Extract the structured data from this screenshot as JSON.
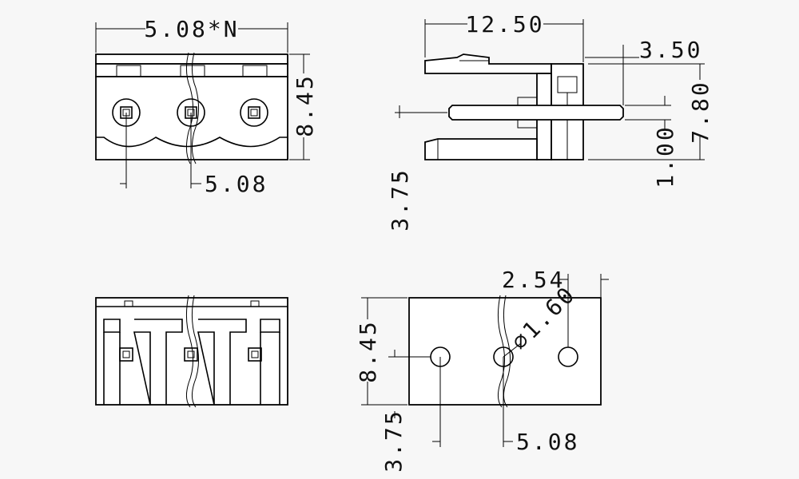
{
  "front_view": {
    "pitch_total_label": "5.08*N",
    "height_label": "8.45",
    "pitch_label": "5.08"
  },
  "side_view": {
    "length_label": "12.50",
    "pin_offset_label": "3.50",
    "total_height_label": "7.80",
    "pin_thickness_label": "1.00",
    "pin_length_label": "3.75"
  },
  "pcb_view": {
    "offset_label": "2.54",
    "hole_label": "⌀1.60",
    "height_label": "8.45",
    "pin_length_label": "3.75",
    "pitch_label": "5.08"
  }
}
